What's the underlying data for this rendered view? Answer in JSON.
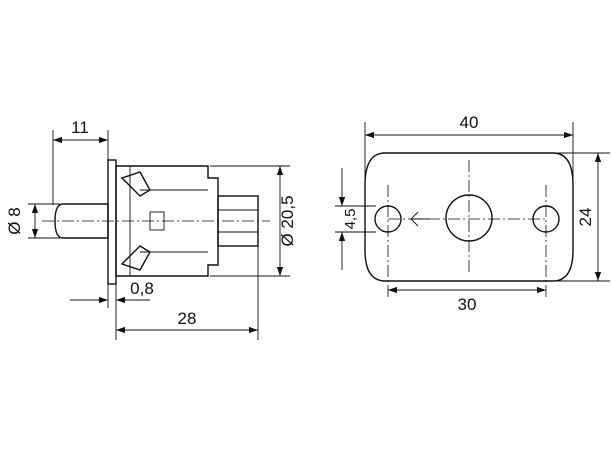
{
  "dimensions": {
    "side": {
      "length_11": "11",
      "dia_8": "Ø 8",
      "dia_20_5": "Ø 20,5",
      "thick_0_8": "0,8",
      "length_28": "28"
    },
    "front": {
      "width_40": "40",
      "height_24": "24",
      "hole_4_5": "4,5",
      "spacing_30": "30"
    }
  },
  "colors": {
    "line": "#111111",
    "background": "#ffffff"
  }
}
